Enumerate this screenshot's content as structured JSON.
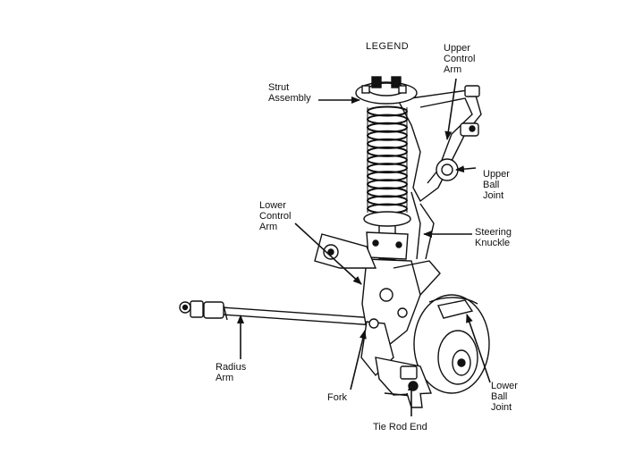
{
  "legend": "LEGEND",
  "labels": {
    "strut_assembly": "Strut\nAssembly",
    "upper_control_arm": "Upper\nControl\nArm",
    "upper_ball_joint": "Upper\nBall\nJoint",
    "steering_knuckle": "Steering\nKnuckle",
    "lower_control_arm": "Lower\nControl\nArm",
    "radius_arm": "Radius\nArm",
    "fork": "Fork",
    "tie_rod_end": "Tie Rod End",
    "lower_ball_joint": "Lower\nBall\nJoint"
  },
  "colors": {
    "ink": "#111111"
  }
}
